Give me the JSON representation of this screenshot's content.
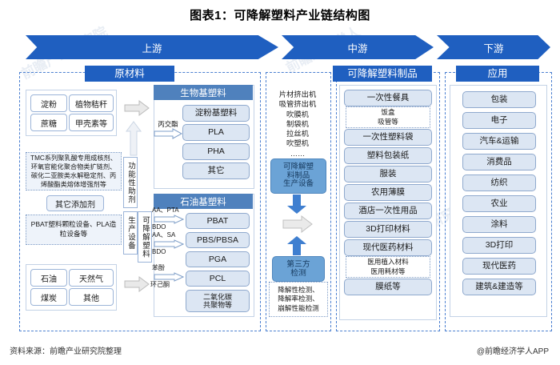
{
  "title": "图表1：可降解塑料产业链结构图",
  "bands": [
    {
      "label": "上游"
    },
    {
      "label": "中游"
    },
    {
      "label": "下游"
    }
  ],
  "sections": {
    "raw": "原材料",
    "products": "可降解塑料制品",
    "application": "应用"
  },
  "raw_materials": {
    "bio_sources": [
      "淀粉",
      "植物秸秆",
      "蔗糖",
      "甲壳素等"
    ],
    "additives_text": "TMC系列聚乳酸专用成核剂、环氧官能化聚合物类扩链剂、碳化二亚胺类水解稳定剂、丙烯酸酯类熔体增强剂等",
    "additives_label": "其它添加剂",
    "equipment_text": "PBAT塑料颗粒设备、PLA造粒设备等",
    "fossil_sources": [
      "石油",
      "天然气",
      "煤炭",
      "其他"
    ],
    "vertical_labels": {
      "functional_aid": "功能性助剂",
      "production_equipment": "生产设备",
      "degradable_plastic": "可降解塑料"
    }
  },
  "bio_plastics": {
    "header": "生物基塑料",
    "items": [
      "淀粉基塑料",
      "PLA",
      "PHA",
      "其它"
    ],
    "input_label": "丙交酯"
  },
  "petro_plastics": {
    "header": "石油基塑料",
    "items": [
      "PBAT",
      "PBS/PBSA",
      "PGA",
      "PCL",
      "二氧化碳\n共聚物等"
    ],
    "inputs": [
      {
        "top": "AA、PTA",
        "bottom": "BDO"
      },
      {
        "top": "AA、SA",
        "bottom": "BDO"
      },
      {
        "top": "苯酚",
        "bottom": "环己酮"
      }
    ]
  },
  "equipment_column": {
    "machines": "片材挤出机\n吸管挤出机\n吹膜机\n制袋机\n拉丝机\n吹塑机\n……",
    "equipment_box": "可降解塑\n料制品\n生产设备",
    "testing_box": "第三方\n检测",
    "testing_items": "降解性检测、\n降解率检测、\n崩解性能检测"
  },
  "products": [
    {
      "label": "一次性餐具",
      "sub": "饭盒\n吸管等"
    },
    {
      "label": "一次性塑料袋"
    },
    {
      "label": "塑料包装纸"
    },
    {
      "label": "服装"
    },
    {
      "label": "农用薄膜"
    },
    {
      "label": "酒店一次性用品"
    },
    {
      "label": "3D打印材料"
    },
    {
      "label": "现代医药材料",
      "sub": "医用植入材料\n医用耗材等"
    },
    {
      "label": "膜纸等"
    }
  ],
  "applications": [
    "包装",
    "电子",
    "汽车&运输",
    "消费品",
    "纺织",
    "农业",
    "涂料",
    "3D打印",
    "现代医药",
    "建筑&建造等"
  ],
  "footer": {
    "source": "资料来源：前瞻产业研究院整理",
    "app": "@前瞻经济学人APP"
  },
  "colors": {
    "band_blue": "#1f5fc0",
    "header_blue": "#4f81bd",
    "box_fill": "#dce6f3",
    "arrow_grey": "#e8e8e8",
    "arrow_blue": "#3f7fd0"
  },
  "watermarks": [
    "前瞻产业研究院",
    "前瞻经济学人",
    "前瞻产业研究院"
  ]
}
